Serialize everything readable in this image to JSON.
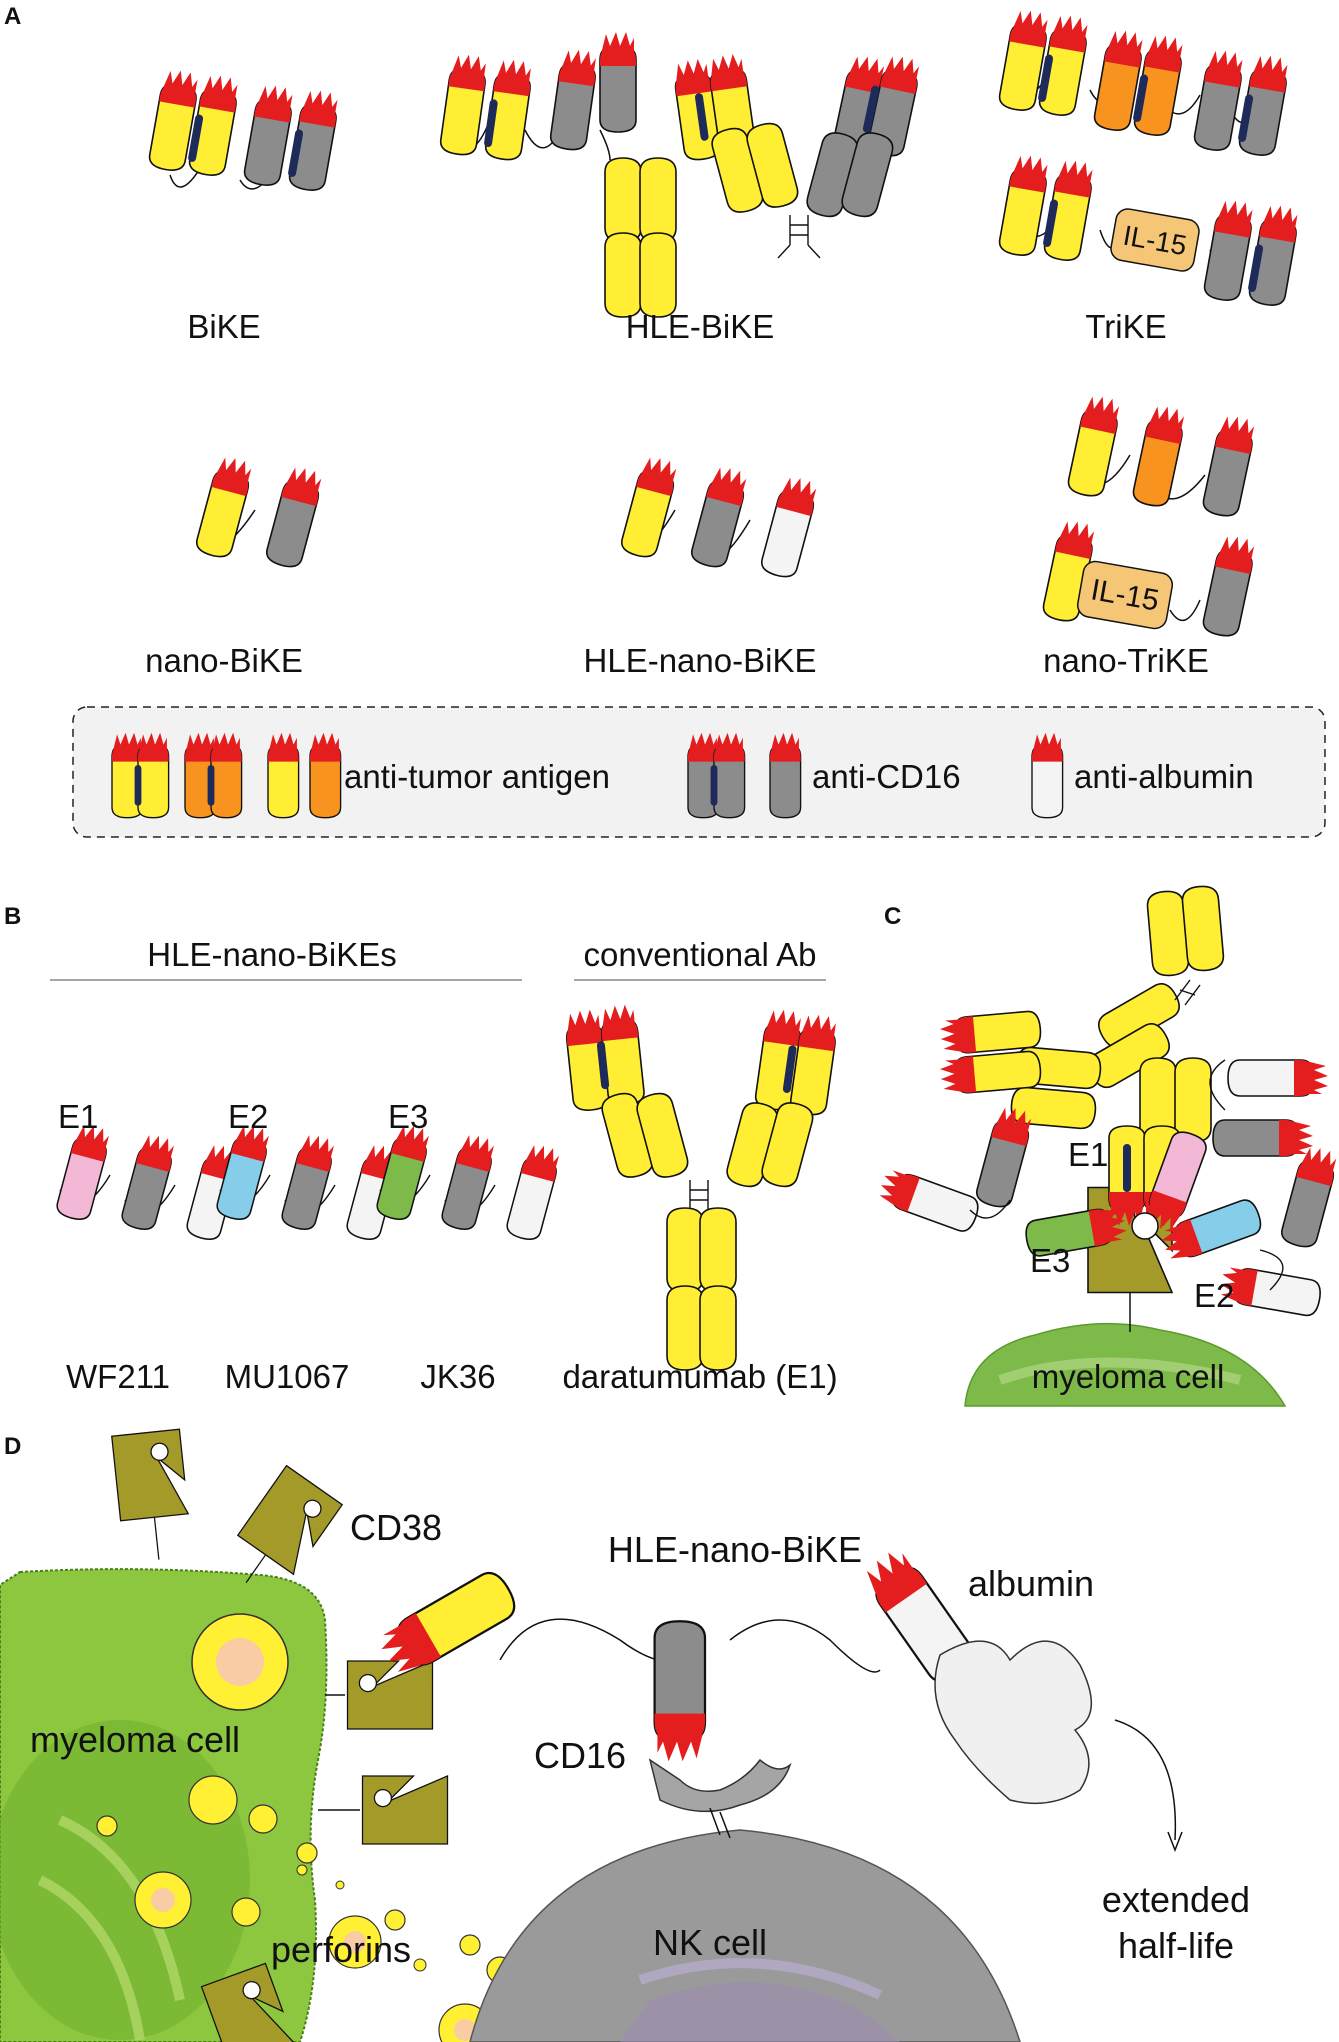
{
  "panels": {
    "a": {
      "letter": "A",
      "constructs": [
        "BiKE",
        "HLE-BiKE",
        "TriKE",
        "nano-BiKE",
        "HLE-nano-BiKE",
        "nano-TriKE"
      ],
      "il15": "IL-15",
      "legend": {
        "tumor": "anti-tumor antigen",
        "cd16": "anti-CD16",
        "albumin": "anti-albumin"
      }
    },
    "b": {
      "letter": "B",
      "group1": "HLE-nano-BiKEs",
      "group2": "conventional Ab",
      "epitopes": [
        "E1",
        "E2",
        "E3"
      ],
      "names": [
        "WF211",
        "MU1067",
        "JK36",
        "daratumumab (E1)"
      ]
    },
    "c": {
      "letter": "C",
      "epitopes": [
        "E1",
        "E3",
        "E2"
      ],
      "cell": "myeloma cell"
    },
    "d": {
      "letter": "D",
      "cd38": "CD38",
      "construct": "HLE-nano-BiKE",
      "albumin": "albumin",
      "cd16": "CD16",
      "myeloma": "myeloma cell",
      "perforins": "perforins",
      "nk": "NK cell",
      "halflife1": "extended",
      "halflife2": "half-life"
    }
  },
  "colors": {
    "yellow": "#FFEE33",
    "gray": "#8C8C8C",
    "white": "#F4F4F4",
    "orange": "#F7931E",
    "red": "#E41E1E",
    "navy": "#1E2A5A",
    "pink": "#F2B8D6",
    "blue": "#86CDEA",
    "green": "#7DBA4A",
    "olive": "#A39A2A",
    "il15": "#F5C675"
  }
}
